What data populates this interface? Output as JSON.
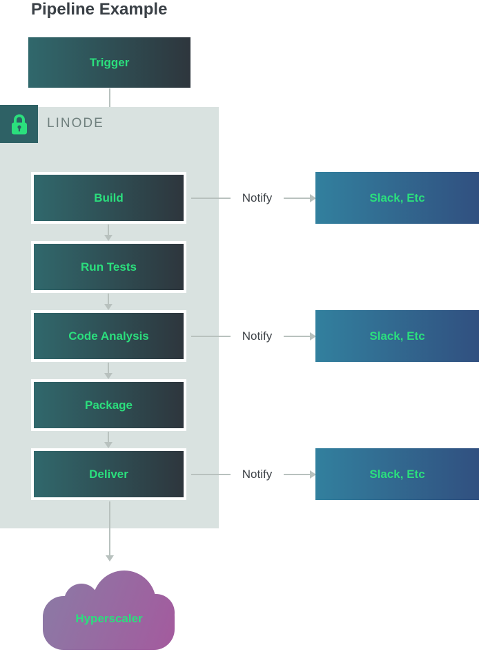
{
  "title": "Pipeline Example",
  "trigger": {
    "label": "Trigger"
  },
  "linode": {
    "label": "LINODE"
  },
  "pipeline": {
    "steps": [
      {
        "label": "Build"
      },
      {
        "label": "Run Tests"
      },
      {
        "label": "Code Analysis"
      },
      {
        "label": "Package"
      },
      {
        "label": "Deliver"
      }
    ]
  },
  "notifications": [
    {
      "label": "Notify",
      "target": "Slack, Etc"
    },
    {
      "label": "Notify",
      "target": "Slack, Etc"
    },
    {
      "label": "Notify",
      "target": "Slack, Etc"
    }
  ],
  "cloud": {
    "label": "Hyperscaler"
  },
  "colors": {
    "accent_green": "#2bdf7d",
    "node_gradient_start": "#30686c",
    "node_gradient_end": "#2e363d",
    "slack_gradient_start": "#32809e",
    "slack_gradient_end": "#315080",
    "linode_bg": "#d9e2e0",
    "lock_badge_bg": "#2e6165",
    "cloud_gradient_start": "#8b7aa5",
    "cloud_gradient_end": "#a35b9e",
    "connector_gray": "#b8c1be",
    "title_color": "#3a4046"
  }
}
